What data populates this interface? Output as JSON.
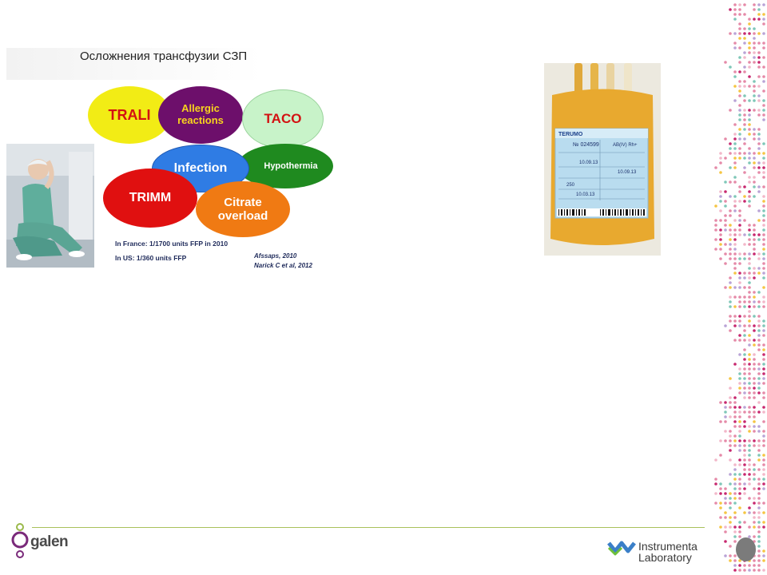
{
  "slide": {
    "title": "Осложнения трансфузии СЗП",
    "bubbles": {
      "trali": "TRALI",
      "allergic_line1": "Allergic",
      "allergic_line2": "reactions",
      "taco": "TACO",
      "infection": "Infection",
      "hypothermia": "Hypothermia",
      "trimm": "TRIMM",
      "citrate_line1": "Citrate",
      "citrate_line2": "overload"
    },
    "stats": {
      "france": "In France: 1/1700 units FFP in 2010",
      "us": "In US: 1/360 units FFP"
    },
    "references": {
      "ref1": "Afssaps, 2010",
      "ref2": "Narick C et al, 2012"
    }
  },
  "plasma_bag": {
    "brand": "TERUMO",
    "number": "№ 024599",
    "blood_group": "AB(IV) Rh+",
    "date1": "10.09.13",
    "date2": "10.09.13",
    "volume": "250",
    "serial": "10.03.13"
  },
  "footer": {
    "left_logo": "galen",
    "right_logo_line1": "Instrumenta",
    "right_logo_line2": "Laboratory"
  },
  "colors": {
    "footer_rule": "#a9c15b",
    "galen_purple": "#7a2a7a",
    "galen_green": "#9ab94a",
    "il_blue": "#3a7fc8",
    "il_green": "#6dbf3a"
  }
}
